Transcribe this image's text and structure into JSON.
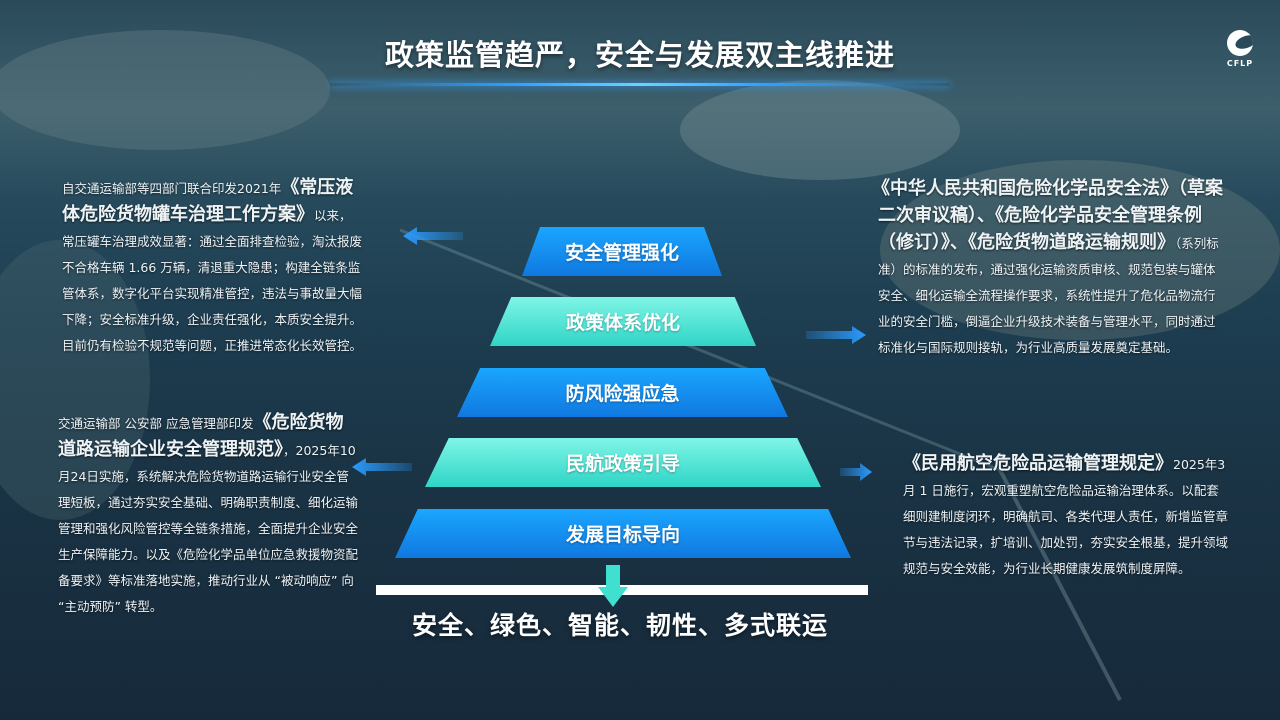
{
  "title": "政策监管趋严，安全与发展双主线推进",
  "logo": {
    "text": "CFLP"
  },
  "colors": {
    "blue": "#1a8ff0",
    "teal": "#4fe3d3",
    "accent_line": "#2ea0ff"
  },
  "left_blocks": [
    {
      "intro": "自交通运输部等四部门联合印发2021年",
      "title": "《常压液体危险货物罐车治理工作方案》",
      "suffix": "",
      "body": "以来，常压罐车治理成效显著：通过全面排查检验，淘汰报废不合格车辆 1.66 万辆，清退重大隐患；构建全链条监管体系，数字化平台实现精准管控，违法与事故量大幅下降；安全标准升级，企业责任强化，本质安全提升。目前仍有检验不规范等问题，正推进常态化长效管控。"
    },
    {
      "intro": "交通运输部 公安部 应急管理部印发",
      "title": "《危险货物道路运输企业安全管理规范》",
      "suffix": "，",
      "body": "2025年10月24日实施，系统解决危险货物道路运输行业安全管理短板，通过夯实安全基础、明确职责制度、细化运输管理和强化风险管控等全链条措施，全面提升企业安全生产保障能力。以及《危险化学品单位应急救援物资配备要求》等标准落地实施，推动行业从 “被动响应” 向 “主动预防” 转型。"
    }
  ],
  "right_blocks": [
    {
      "title": "《中华人民共和国危险化学品安全法》（草案二次审议稿）、《危险化学品安全管理条例（修订）》、《危险货物道路运输规则》",
      "body": "（系列标准）的标准的发布，通过强化运输资质审核、规范包装与罐体安全、细化运输全流程操作要求，系统性提升了危化品物流行业的安全门槛，倒逼企业升级技术装备与管理水平，同时通过标准化与国际规则接轨，为行业高质量发展奠定基础。"
    },
    {
      "title": "《民用航空危险品运输管理规定》",
      "body": "2025年3 月 1 日施行，宏观重塑航空危险品运输治理体系。以配套细则建制度闭环，明确航司、各类代理人责任，新增监管章节与违法记录，扩培训、加处罚，夯实安全根基，提升领域规范与安全效能，为行业长期健康发展筑制度屏障。"
    }
  ],
  "pyramid": [
    "安全管理强化",
    "政策体系优化",
    "防风险强应急",
    "民航政策引导",
    "发展目标导向"
  ],
  "goal": "安全、绿色、智能、韧性、多式联运"
}
